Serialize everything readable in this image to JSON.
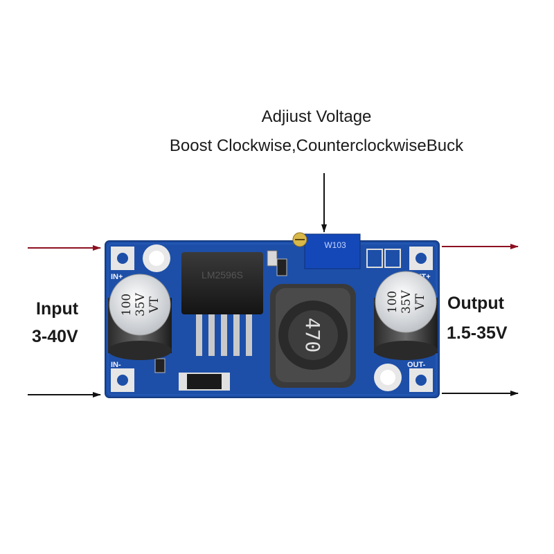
{
  "adjust": {
    "line1": "Adjiust Voltage",
    "line2": "Boost Clockwise,CounterclockwiseBuck"
  },
  "input": {
    "label": "Input",
    "range": "3-40V"
  },
  "output": {
    "label": "Output",
    "range": "1.5-35V"
  },
  "board": {
    "silk_in_plus": "IN+",
    "silk_in_minus": "IN-",
    "silk_out_plus": "OUT+",
    "silk_out_minus": "OUT-",
    "cap_text": [
      "100",
      "35V",
      "VT"
    ],
    "pot_text": "W103",
    "inductor_text": "470",
    "chip_text": "LM2596S"
  },
  "colors": {
    "pcb": "#1d4fa8",
    "arrow_input": "#8b1020",
    "arrow_output": "#8b1020",
    "arrow_black": "#111111"
  }
}
